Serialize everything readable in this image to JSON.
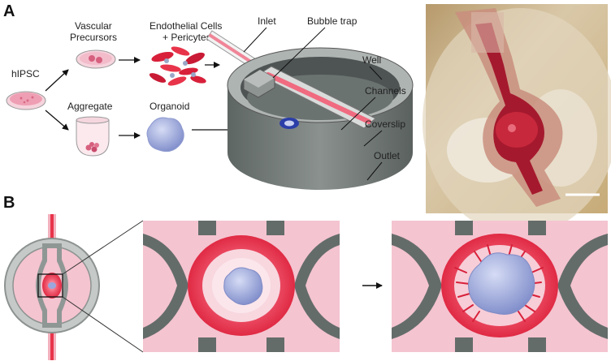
{
  "panels": {
    "a": "A",
    "b": "B"
  },
  "labels": {
    "hipsc": "hIPSC",
    "vascular_line1": "Vascular",
    "vascular_line2": "Precursors",
    "endo_line1": "Endothelial Cells",
    "endo_line2": "+ Pericytes",
    "aggregate": "Aggregate",
    "organoid": "Organoid",
    "inlet": "Inlet",
    "bubble_trap": "Bubble trap",
    "well": "Well",
    "channels": "Channels",
    "coverslip": "Coverslip",
    "outlet": "Outlet"
  },
  "colors": {
    "channel_red": "#e8344a",
    "tissue_pink": "#f4c4d0",
    "device_gray": "#7f8785",
    "organoid_blue": "#9aa6dc",
    "dish_pink": "#f3b9c6"
  }
}
